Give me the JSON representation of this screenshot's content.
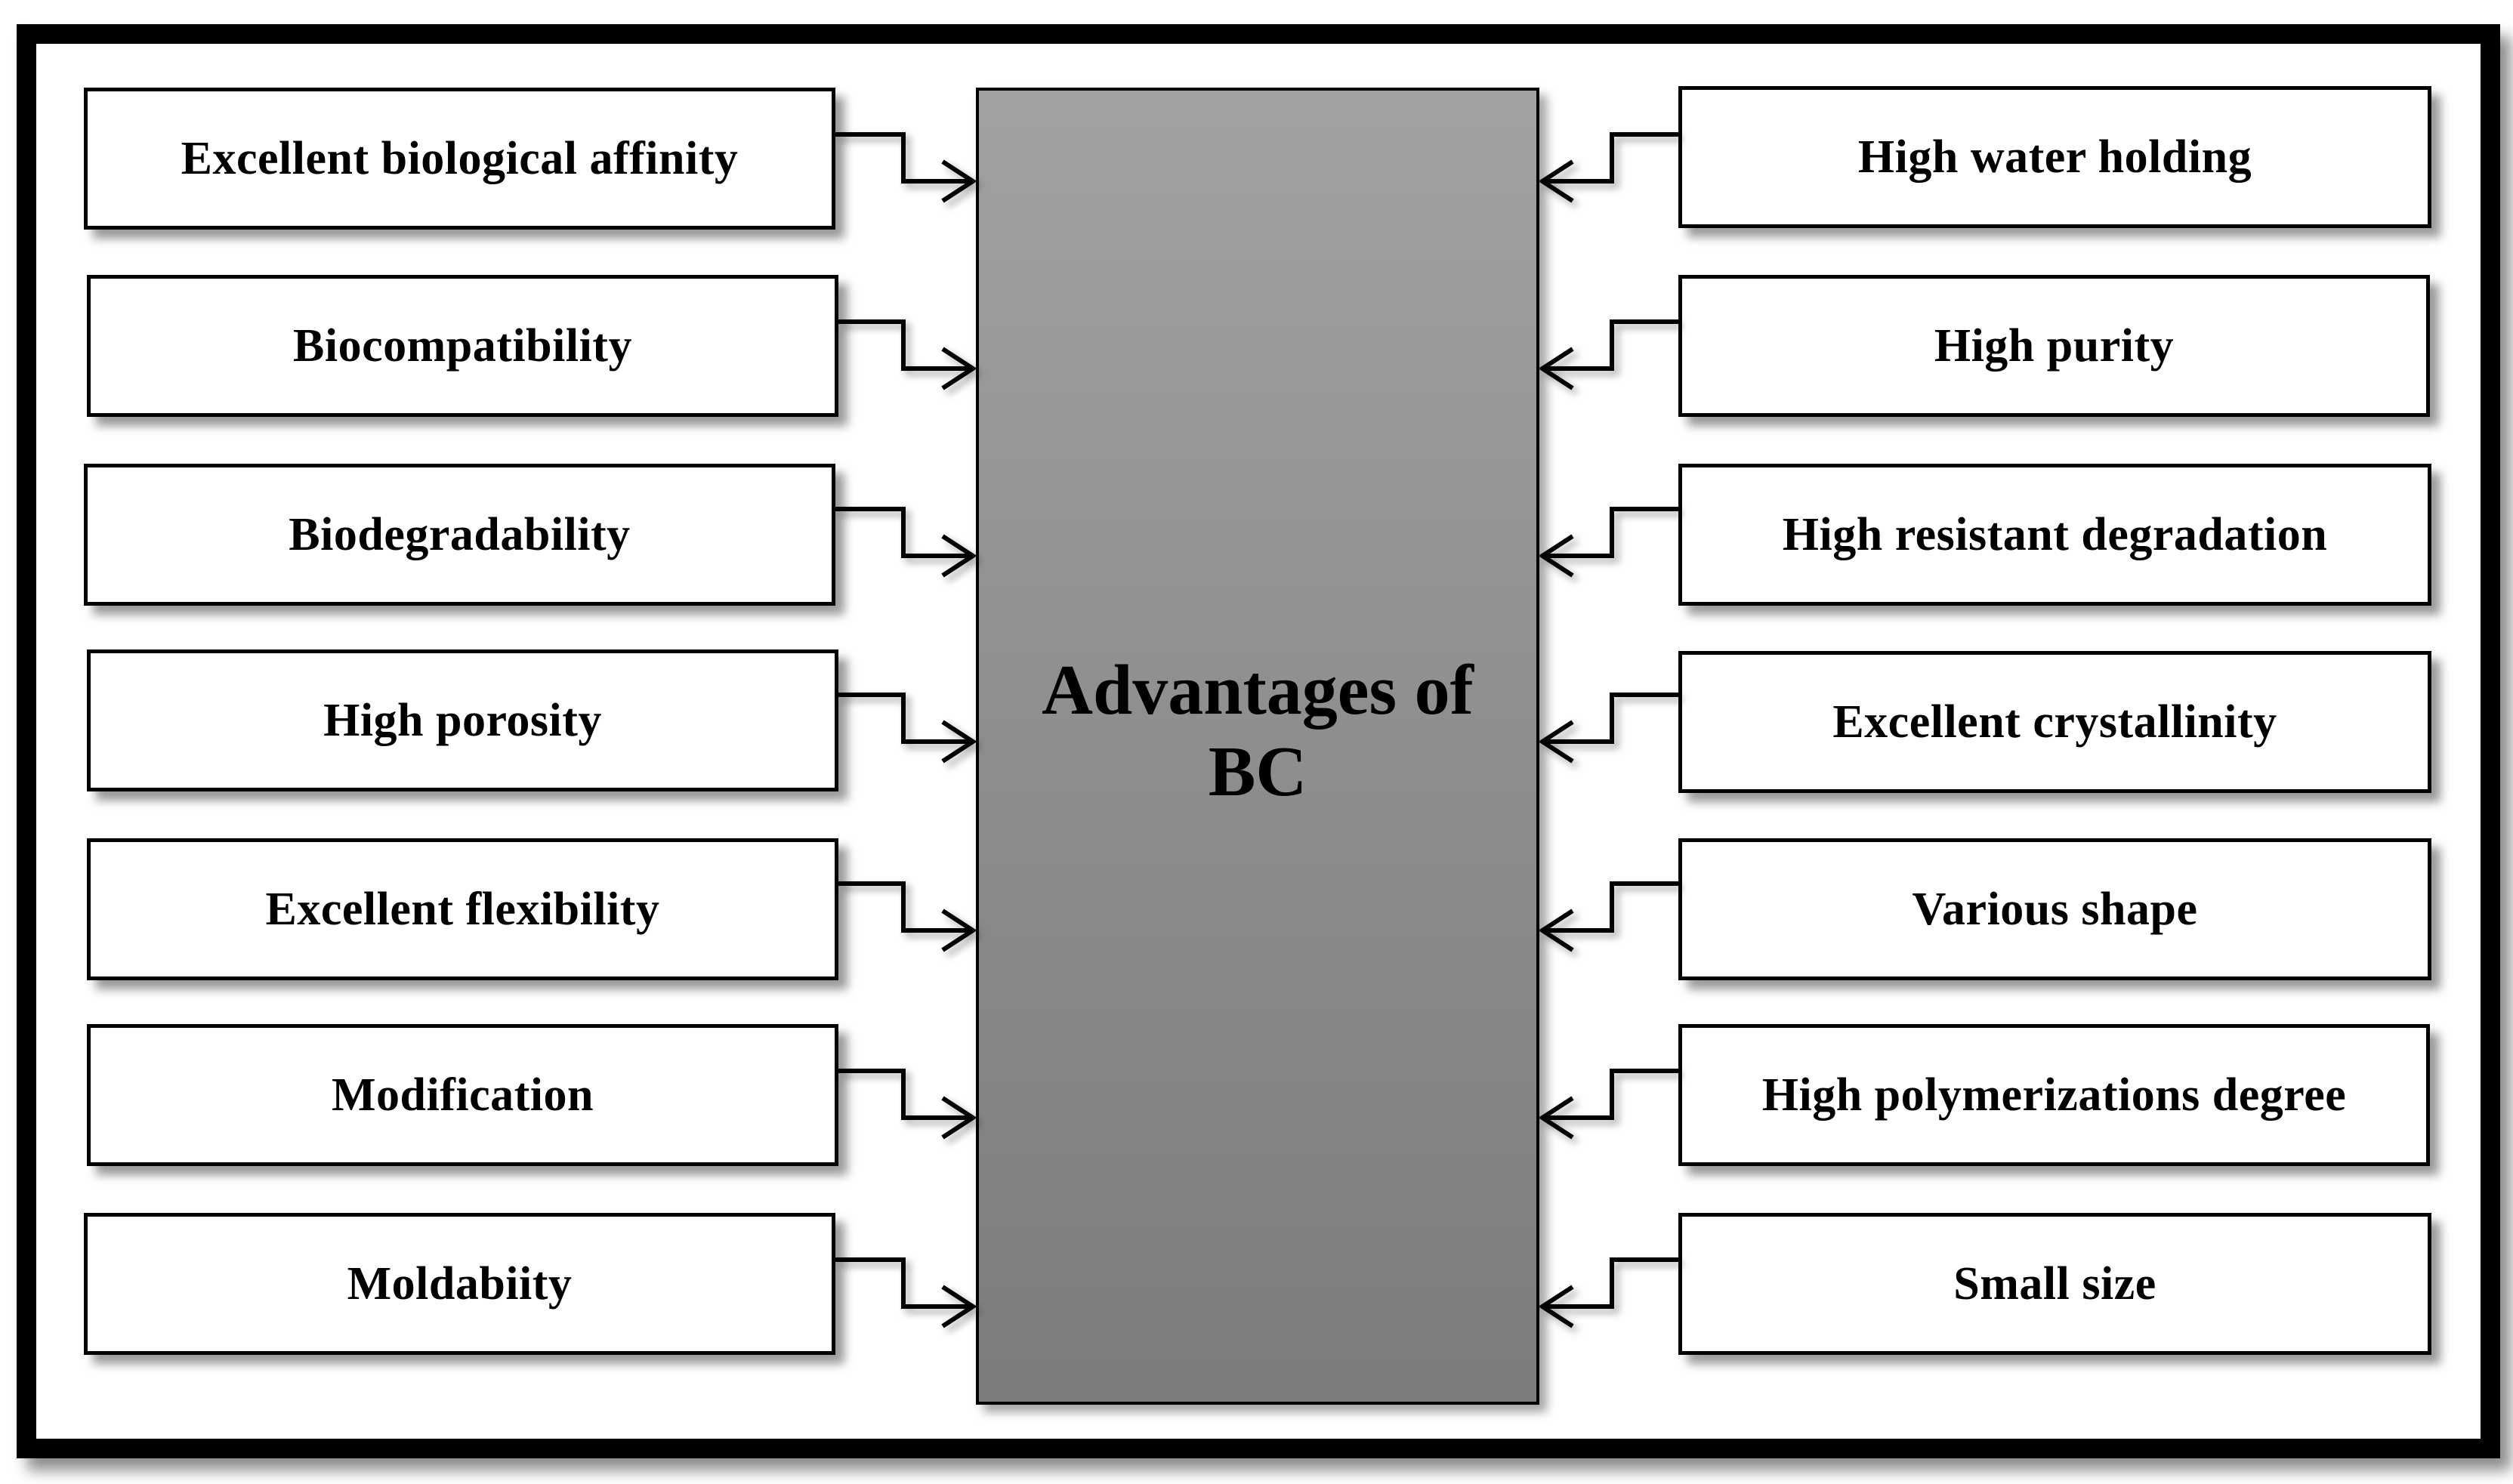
{
  "center": {
    "title_line1": "Advantages of",
    "title_line2": "BC"
  },
  "left_items": [
    "Excellent biological affinity",
    "Biocompatibility",
    "Biodegradability",
    "High porosity",
    "Excellent flexibility",
    "Modification",
    "Moldabiity"
  ],
  "right_items": [
    "High water holding",
    "High purity",
    "High resistant degradation",
    "Excellent crystallinity",
    "Various shape",
    "High polymerizations degree",
    "Small size"
  ],
  "colors": {
    "border": "#000000",
    "center_fill_top": "#a2a2a2",
    "center_fill_bottom": "#7c7c7c"
  }
}
